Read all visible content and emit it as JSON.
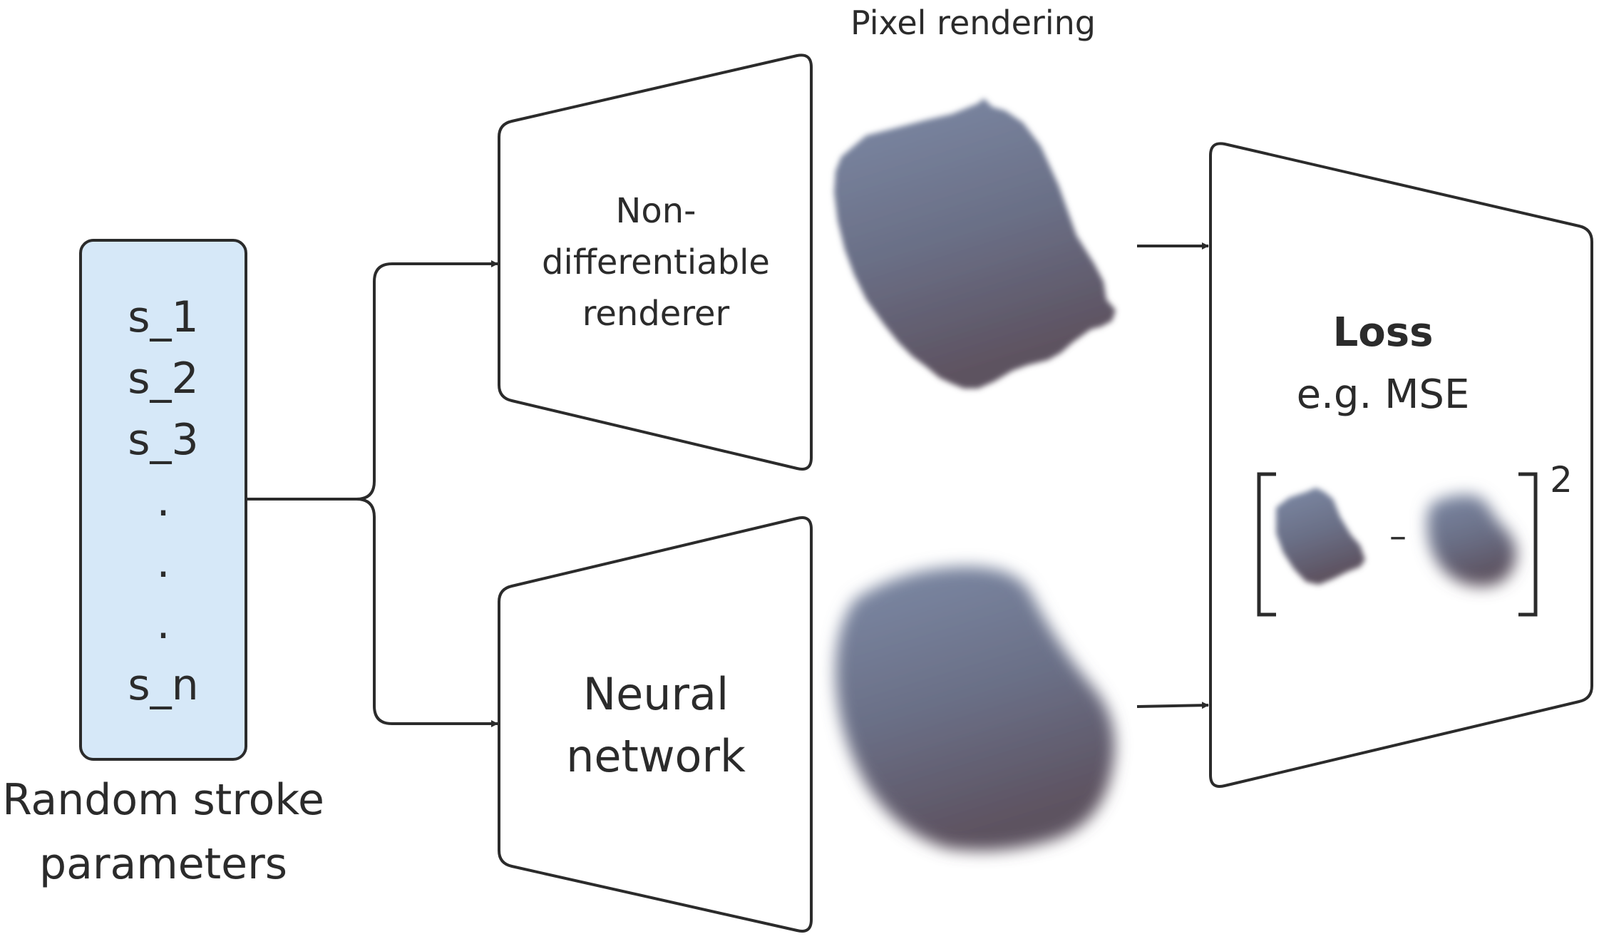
{
  "top_label": "Pixel rendering",
  "params_box": {
    "items": [
      "s_1",
      "s_2",
      "s_3",
      ".",
      ".",
      ".",
      "s_n"
    ],
    "caption_lines": [
      "Random stroke",
      "parameters"
    ]
  },
  "renderer_block": {
    "lines": [
      "Non-",
      "differentiable",
      "renderer"
    ]
  },
  "neural_block": {
    "lines": [
      "Neural",
      "network"
    ]
  },
  "loss_block": {
    "title": "Loss",
    "subtitle": "e.g. MSE",
    "operator": "–",
    "exponent": "2"
  },
  "colors": {
    "params_fill": "#d6e8f8",
    "stroke": "#2b2b2b",
    "paint": "#6a6f82"
  }
}
